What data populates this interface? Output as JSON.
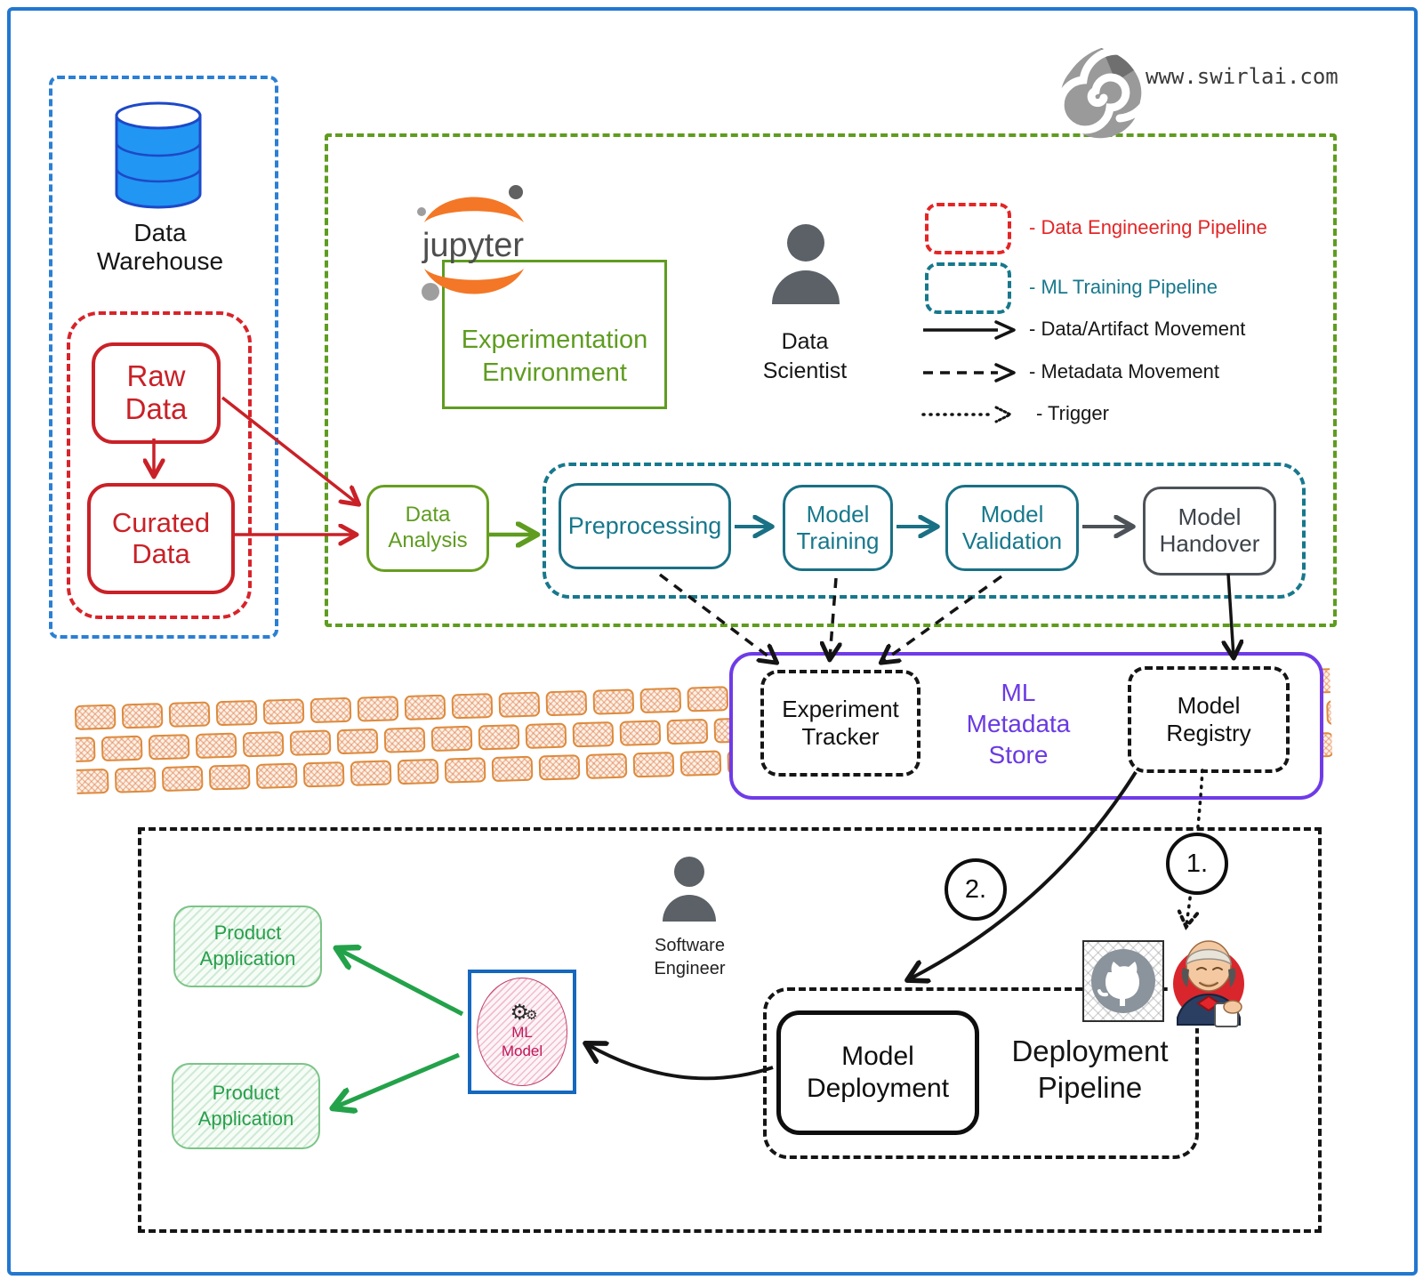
{
  "site": {
    "url": "www.swirlai.com"
  },
  "warehouse": {
    "label": "Data\nWarehouse",
    "raw": "Raw\nData",
    "curated": "Curated\nData"
  },
  "experimentation": {
    "jupyter_text": "jupyter",
    "title": "Experimentation\nEnvironment",
    "scientist": "Data\nScientist"
  },
  "legend": {
    "items": [
      {
        "label": "- Data Engineering Pipeline"
      },
      {
        "label": "- ML Training Pipeline"
      },
      {
        "label": "- Data/Artifact Movement"
      },
      {
        "label": "- Metadata Movement"
      },
      {
        "label": "- Trigger"
      }
    ]
  },
  "pipeline": {
    "data_analysis": "Data\nAnalysis",
    "preprocessing": "Preprocessing",
    "training": "Model\nTraining",
    "validation": "Model\nValidation",
    "handover": "Model\nHandover"
  },
  "metadata_store": {
    "title": "ML\nMetadata\nStore",
    "tracker": "Experiment\nTracker",
    "registry": "Model\nRegistry"
  },
  "bottom": {
    "engineer": "Software\nEngineer",
    "product_app_1": "Product\nApplication",
    "product_app_2": "Product\nApplication",
    "ml_model": "ML\nModel",
    "model_deployment": "Model\nDeployment",
    "deployment_pipeline": "Deployment\nPipeline",
    "step1": "1.",
    "step2": "2."
  },
  "colors": {
    "frame_blue": "#2277cf",
    "warehouse_blue": "#2196f3",
    "red": "#c92127",
    "olive_green": "#5f9c20",
    "bright_green": "#23a24a",
    "teal": "#17788c",
    "gray": "#4c5258",
    "purple": "#6f3be8",
    "black": "#141414",
    "brick_orange": "#dd8a3c",
    "jupyter_orange": "#f37726"
  }
}
